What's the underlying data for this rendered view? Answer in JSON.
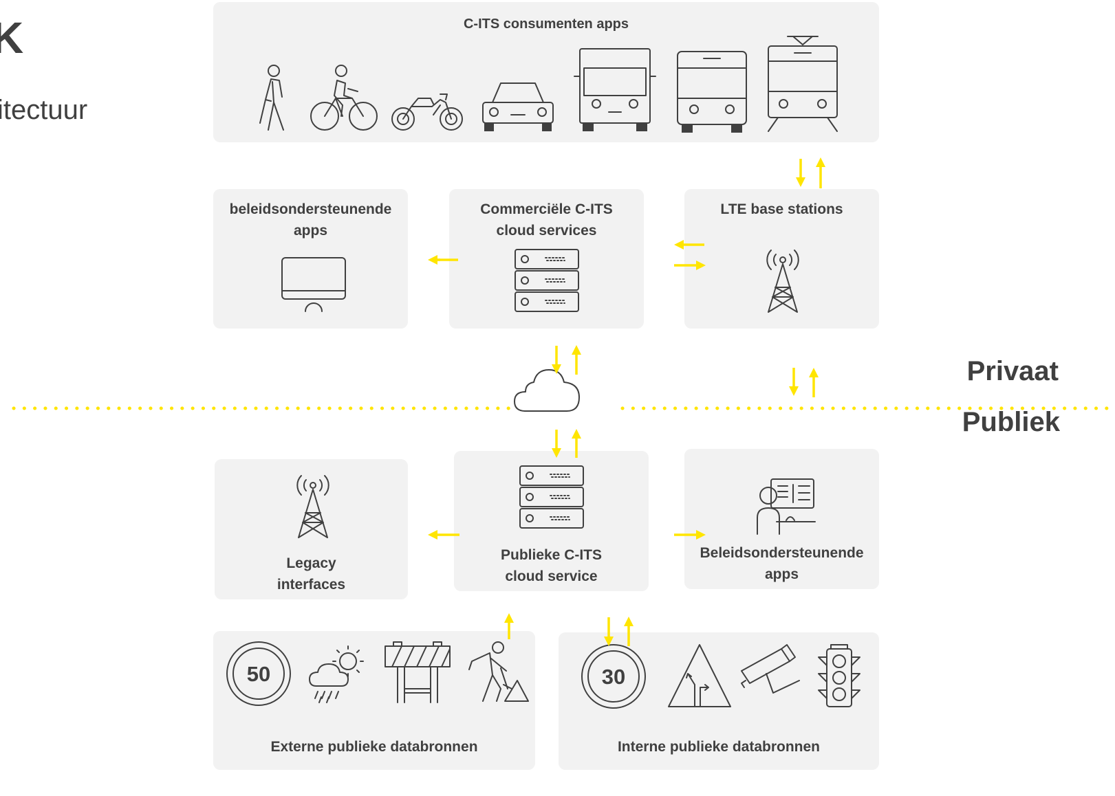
{
  "slide": {
    "title_fragment": "K",
    "subtitle_fragment": "itectuur"
  },
  "zones": {
    "private": "Privaat",
    "public": "Publiek"
  },
  "boxes": {
    "consumer_apps": "C-ITS consumenten apps",
    "policy_apps_top": [
      "beleidsondersteunende",
      "apps"
    ],
    "commercial_cloud": [
      "Commerciële C-ITS",
      "cloud services"
    ],
    "lte": "LTE base stations",
    "legacy": [
      "Legacy",
      "interfaces"
    ],
    "public_cloud": [
      "Publieke C-ITS",
      "cloud service"
    ],
    "policy_apps_bottom": [
      "Beleidsondersteunende",
      "apps"
    ],
    "external_sources": "Externe publieke databronnen",
    "internal_sources": "Interne publieke databronnen"
  },
  "signs": {
    "speed_50": "50",
    "speed_30": "30"
  },
  "icons": {
    "consumer_apps": [
      "pedestrian-icon",
      "cyclist-icon",
      "motorcycle-icon",
      "car-icon",
      "truck-icon",
      "bus-icon",
      "tram-icon"
    ],
    "external_sources": [
      "speed-limit-50-icon",
      "weather-icon",
      "roadblock-icon",
      "roadworks-icon"
    ],
    "internal_sources": [
      "speed-limit-30-icon",
      "road-sign-icon",
      "camera-icon",
      "traffic-light-icon"
    ]
  },
  "colors": {
    "accent": "#FFE500",
    "box": "#F2F2F2",
    "text": "#404040"
  }
}
